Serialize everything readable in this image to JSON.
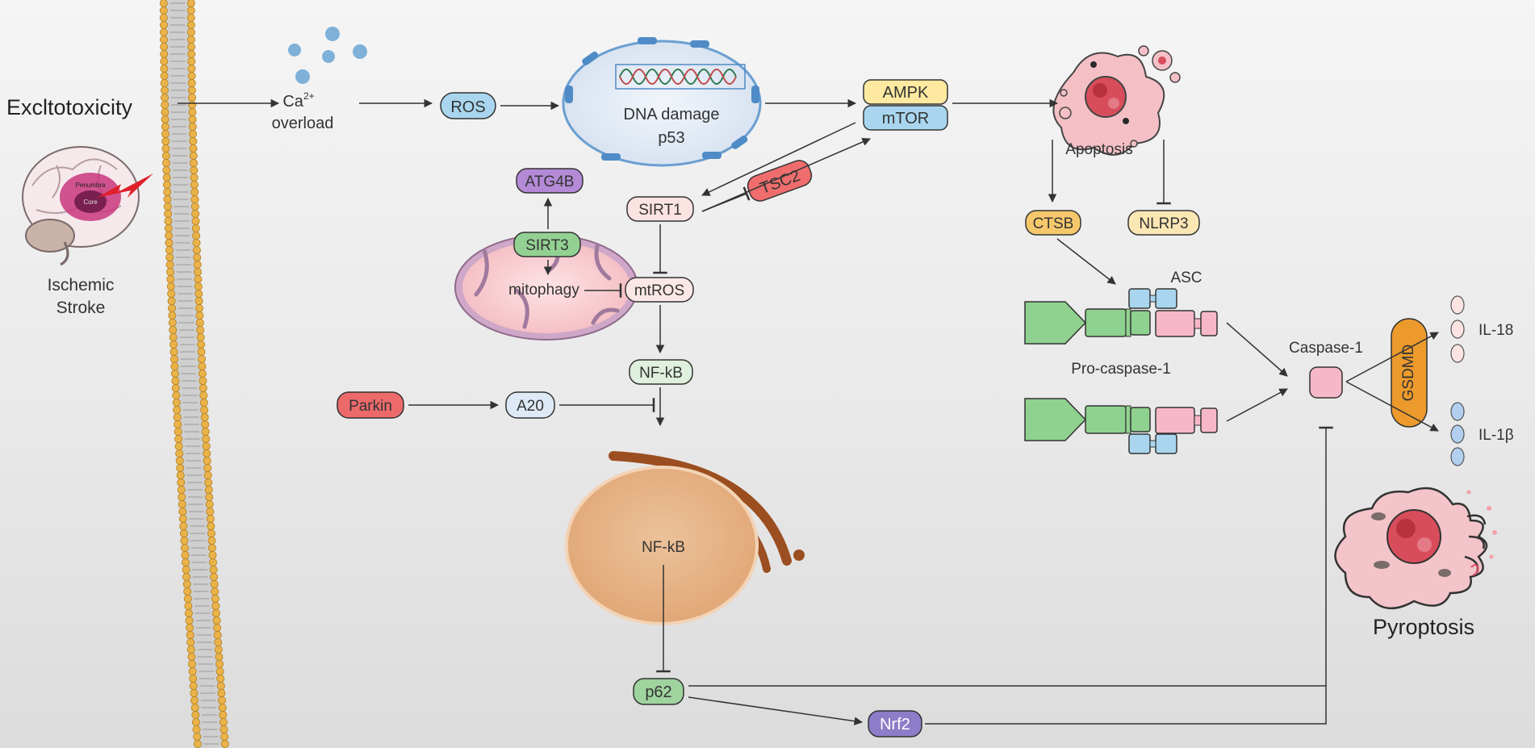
{
  "labels": {
    "excitotoxicity": "Excltotoxicity",
    "ischemic": "Ischemic",
    "stroke": "Stroke",
    "brain_penumbra": "Penumbra",
    "brain_core": "Core",
    "ca_base": "Ca",
    "ca_sup": "2+",
    "overload": "overload",
    "dna_damage": "DNA damage",
    "p53": "p53",
    "apoptosis": "Apoptosis",
    "mitophagy": "mitophagy",
    "asc": "ASC",
    "pro_caspase": "Pro-caspase-1",
    "caspase1": "Caspase-1",
    "il18": "IL-18",
    "il1b": "IL-1β",
    "nucleus_nfkb": "NF-kB",
    "pyroptosis": "Pyroptosis"
  },
  "nodes": {
    "ros": "ROS",
    "ampk": "AMPK",
    "mtor": "mTOR",
    "atg4b": "ATG4B",
    "sirt1": "SIRT1",
    "tsc2": "TSC2",
    "sirt3": "SIRT3",
    "mtros": "mtROS",
    "nfkb": "NF-kB",
    "parkin": "Parkin",
    "a20": "A20",
    "ctsb": "CTSB",
    "nlrp3": "NLRP3",
    "gsdmd": "GSDMD",
    "p62": "p62",
    "nrf2": "Nrf2"
  },
  "colors": {
    "ros": "#a9d6ee",
    "ampk": "#fde9a0",
    "mtor": "#a9d6ee",
    "atg4b": "#b48ad6",
    "sirt1": "#fbe3e1",
    "tsc2": "#ef6d6d",
    "sirt3": "#93d193",
    "mtros": "#fbe8e6",
    "nfkb": "#dff0de",
    "parkin": "#ec6a6a",
    "a20": "#dde9f7",
    "ctsb": "#f6c86c",
    "nlrp3": "#fbe7b4",
    "gsdmd": "#ec9a2c",
    "p62": "#9fd49f",
    "nrf2": "#8d7cc7"
  }
}
